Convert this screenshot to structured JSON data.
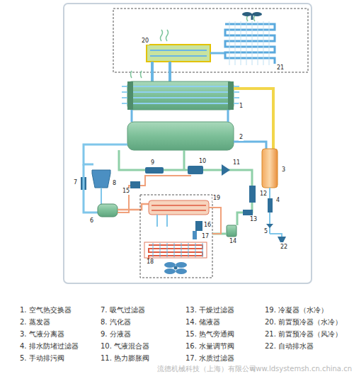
{
  "diagram": {
    "labels": [
      "1",
      "2",
      "3",
      "4",
      "5",
      "6",
      "7",
      "8",
      "9",
      "10",
      "11",
      "12",
      "13",
      "14",
      "15",
      "16",
      "17",
      "18",
      "19",
      "20",
      "21",
      "22",
      "1. 空气热交换器",
      "2. 蒸发器",
      "3. 气液分离器",
      "4. 排水防堵过滤器",
      "5. 手动排污阀",
      "7. 吸气过滤器",
      "8. 汽化器",
      "9. 分液器",
      "10. 气液混合器",
      "11. 热力膨胀阀",
      "13. 干燥过滤器",
      "14. 储液器",
      "15. 热气旁通阀",
      "16. 水量调节阀",
      "17. 水质过滤器",
      "19. 冷凝器（水冷）",
      "20. 前置预冷器（水冷）",
      "21. 前置预冷器（风冷）",
      "22. 自动排水器",
      "流德机械科技（上海）有限公司",
      "www.ldsystemsh.cn.china.cn"
    ]
  }
}
